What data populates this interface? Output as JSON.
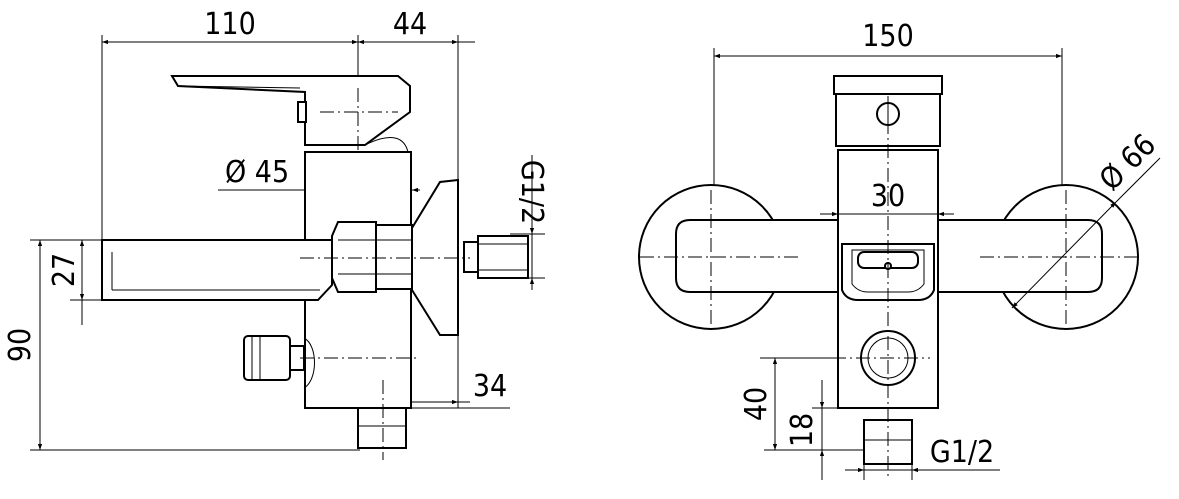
{
  "side_view": {
    "dim_width_total": "110",
    "dim_depth": "44",
    "dim_diameter": "Ø 45",
    "dim_thread": "G1/2",
    "dim_spout_height": "27",
    "dim_total_height": "90",
    "dim_bottom_depth": "34"
  },
  "front_view": {
    "dim_width": "150",
    "dim_flange_diameter": "Ø 66",
    "dim_body_width": "30",
    "dim_outlet_height": "40",
    "dim_outlet_offset": "18",
    "dim_thread": "G1/2"
  }
}
